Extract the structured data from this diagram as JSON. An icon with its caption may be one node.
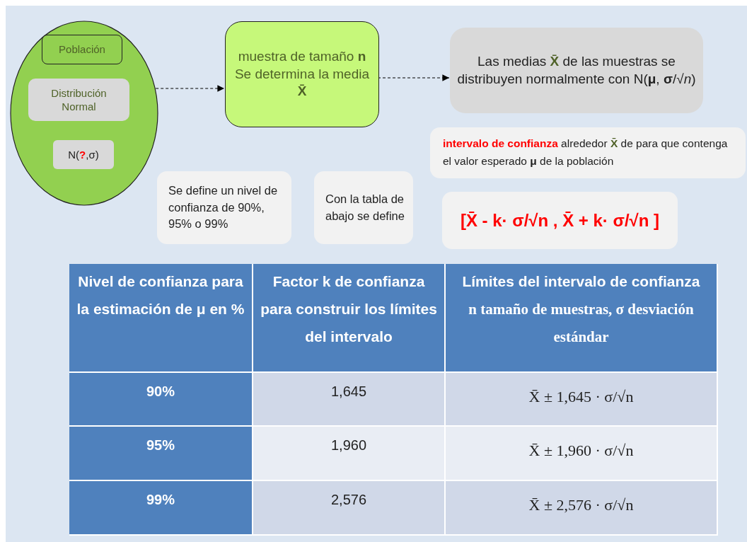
{
  "diagram": {
    "nodes": [
      {
        "text": [],
        "shape": "circle"
      },
      {
        "text": [
          "Población"
        ],
        "in": 0
      },
      {
        "text": [
          "Distribución Normal"
        ],
        "in": 0
      },
      {
        "text": [
          "N(**?**,σ)"
        ],
        "in": 0
      },
      {
        "text": [
          "muestra de tamaño  **n** Se determina la media **X̄**"
        ]
      },
      {
        "text": [
          "Las medias **X̄** de las muestras se distribuyen normalmente con N(**μ**, **σ**/√*n*)"
        ]
      },
      {
        "text": [
          "**intervalo de confianza** alrededor **X̄** de para que contenga  el valor esperado **μ** de la población"
        ]
      },
      {
        "text": [
          "[X̄ - k· σ/√n  ,  X̄ + k· σ/√n ]"
        ]
      },
      {
        "text": [
          "Se define un nivel de confianza de 90%, 95% o 99%"
        ]
      },
      {
        "text": [
          "Con la tabla de abajo se define"
        ]
      }
    ],
    "edges": [
      {
        "from": 0,
        "to": 4,
        "arrow": "to",
        "style": "dashed"
      },
      {
        "from": 4,
        "to": 5,
        "arrow": "to",
        "style": "dashed"
      }
    ],
    "labels": [
      "Nivel de confianza para la estimación de μ en %",
      "Factor k de confianza para construir los límites del intervalo",
      "Límites del intervalo de confianza",
      "n  tamaño de muestras, σ desviación estándar",
      "90%",
      "1,645",
      "X̄ ± 1,645 · σ/√n",
      "95%",
      "1,960",
      "X̄ ± 1,960 · σ/√n",
      "99%",
      "2,576",
      "X̄ ± 2,576 · σ/√n"
    ]
  }
}
